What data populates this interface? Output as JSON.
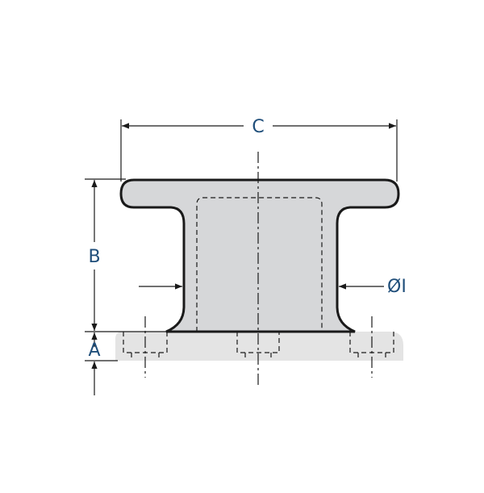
{
  "labels": {
    "c": "C",
    "b": "B",
    "a": "A",
    "diameter": "ØI"
  },
  "colors": {
    "label": "#1f4e7a",
    "body_fill": "#d6d7d9",
    "base_fill": "#e4e4e4",
    "stroke": "#1a1a1a"
  }
}
